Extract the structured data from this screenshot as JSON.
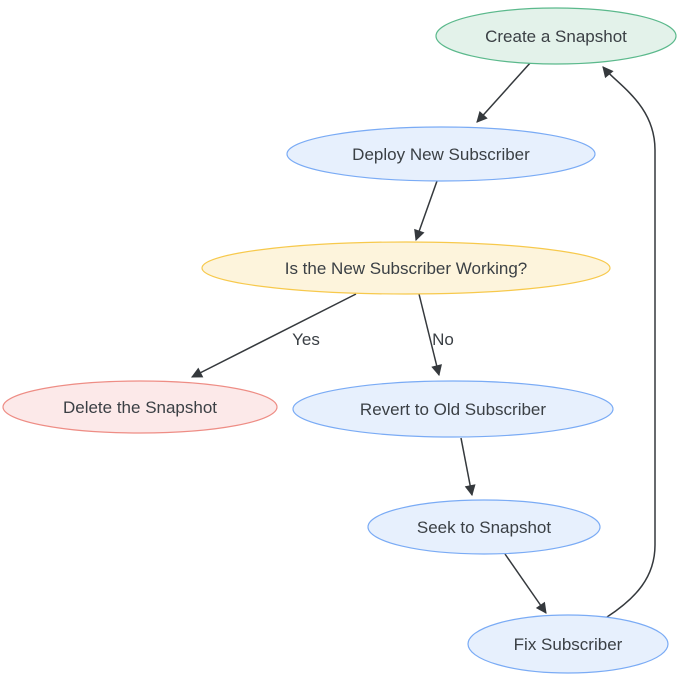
{
  "diagram": {
    "type": "flowchart",
    "nodes": [
      {
        "id": "create-a-snapshot",
        "label": "Create a Snapshot",
        "fill": "#e3f2ea",
        "stroke": "#5bb98c"
      },
      {
        "id": "deploy-new-subscriber",
        "label": "Deploy New Subscriber",
        "fill": "#e7f0fd",
        "stroke": "#7aabf5"
      },
      {
        "id": "is-the-new-subscriber-working",
        "label": "Is the New Subscriber Working?",
        "fill": "#fdf4dc",
        "stroke": "#f7c94c"
      },
      {
        "id": "delete-the-snapshot",
        "label": "Delete the Snapshot",
        "fill": "#fce9e9",
        "stroke": "#ee8d85"
      },
      {
        "id": "revert-to-old-subscriber",
        "label": "Revert to Old Subscriber",
        "fill": "#e7f0fd",
        "stroke": "#7aabf5"
      },
      {
        "id": "seek-to-snapshot",
        "label": "Seek to Snapshot",
        "fill": "#e7f0fd",
        "stroke": "#7aabf5"
      },
      {
        "id": "fix-subscriber",
        "label": "Fix Subscriber",
        "fill": "#e7f0fd",
        "stroke": "#7aabf5"
      }
    ],
    "edges": [
      {
        "from": "create-a-snapshot",
        "to": "deploy-new-subscriber",
        "label": ""
      },
      {
        "from": "deploy-new-subscriber",
        "to": "is-the-new-subscriber-working",
        "label": ""
      },
      {
        "from": "is-the-new-subscriber-working",
        "to": "delete-the-snapshot",
        "label": "Yes"
      },
      {
        "from": "is-the-new-subscriber-working",
        "to": "revert-to-old-subscriber",
        "label": "No"
      },
      {
        "from": "revert-to-old-subscriber",
        "to": "seek-to-snapshot",
        "label": ""
      },
      {
        "from": "seek-to-snapshot",
        "to": "fix-subscriber",
        "label": ""
      },
      {
        "from": "fix-subscriber",
        "to": "create-a-snapshot",
        "label": ""
      }
    ],
    "colors": {
      "background": "#ffffff",
      "edge": "#35393d",
      "text": "#3b4045",
      "green_fill": "#e3f2ea",
      "green_stroke": "#5bb98c",
      "blue_fill": "#e7f0fd",
      "blue_stroke": "#7aabf5",
      "yellow_fill": "#fdf4dc",
      "yellow_stroke": "#f7c94c",
      "red_fill": "#fce9e9",
      "red_stroke": "#ee8d85"
    }
  }
}
